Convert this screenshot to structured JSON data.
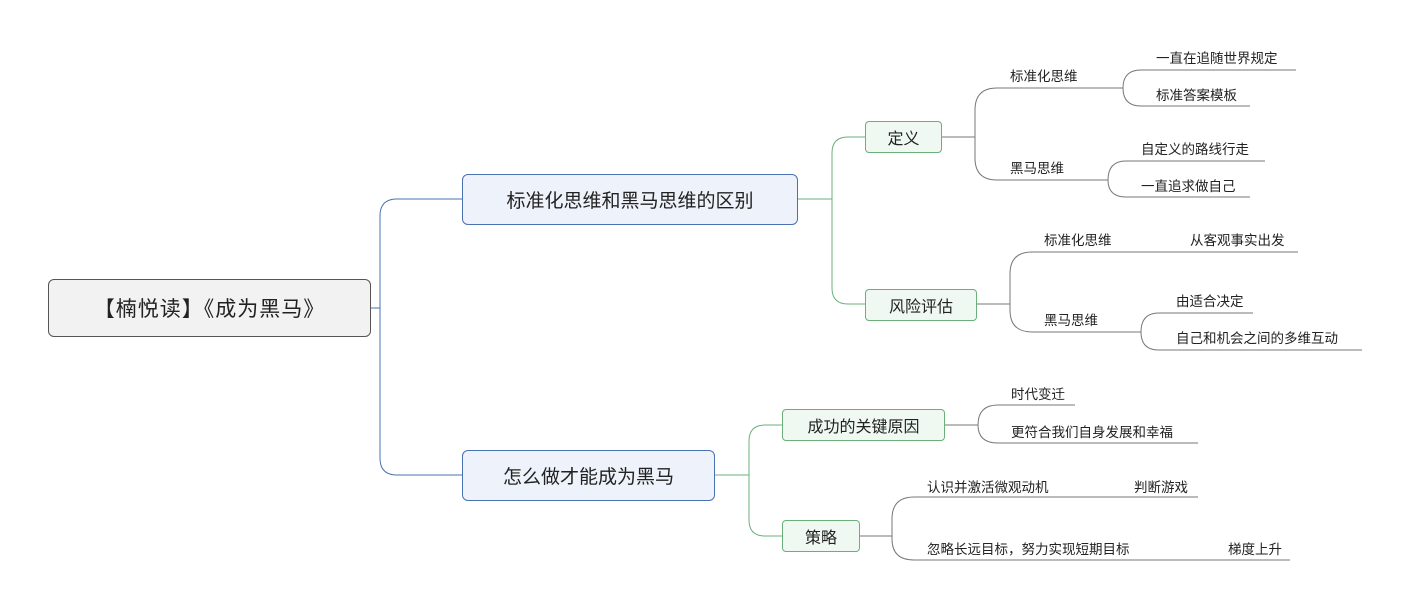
{
  "root": {
    "label": "【楠悦读】《成为黑马》"
  },
  "branch_diff": {
    "label": "标准化思维和黑马思维的区别",
    "definition": {
      "label": "定义",
      "standard": {
        "label": "标准化思维",
        "items": [
          "一直在追随世界规定",
          "标准答案模板"
        ]
      },
      "darkhorse": {
        "label": "黑马思维",
        "items": [
          "自定义的路线行走",
          "一直追求做自己"
        ]
      }
    },
    "risk": {
      "label": "风险评估",
      "standard": {
        "label": "标准化思维",
        "items": [
          "从客观事实出发"
        ]
      },
      "darkhorse": {
        "label": "黑马思维",
        "items": [
          "由适合决定",
          "自己和机会之间的多维互动"
        ]
      }
    }
  },
  "branch_how": {
    "label": "怎么做才能成为黑马",
    "reason": {
      "label": "成功的关键原因",
      "items": [
        "时代变迁",
        "更符合我们自身发展和幸福"
      ]
    },
    "strategy": {
      "label": "策略",
      "s1": {
        "label": "认识并激活微观动机",
        "item": "判断游戏"
      },
      "s2": {
        "label": "忽略长远目标，努力实现短期目标",
        "item": "梯度上升"
      }
    }
  },
  "colors": {
    "level1_border": "#4a72b0",
    "level2_border": "#6bb07a",
    "connector_gray": "#777777"
  }
}
